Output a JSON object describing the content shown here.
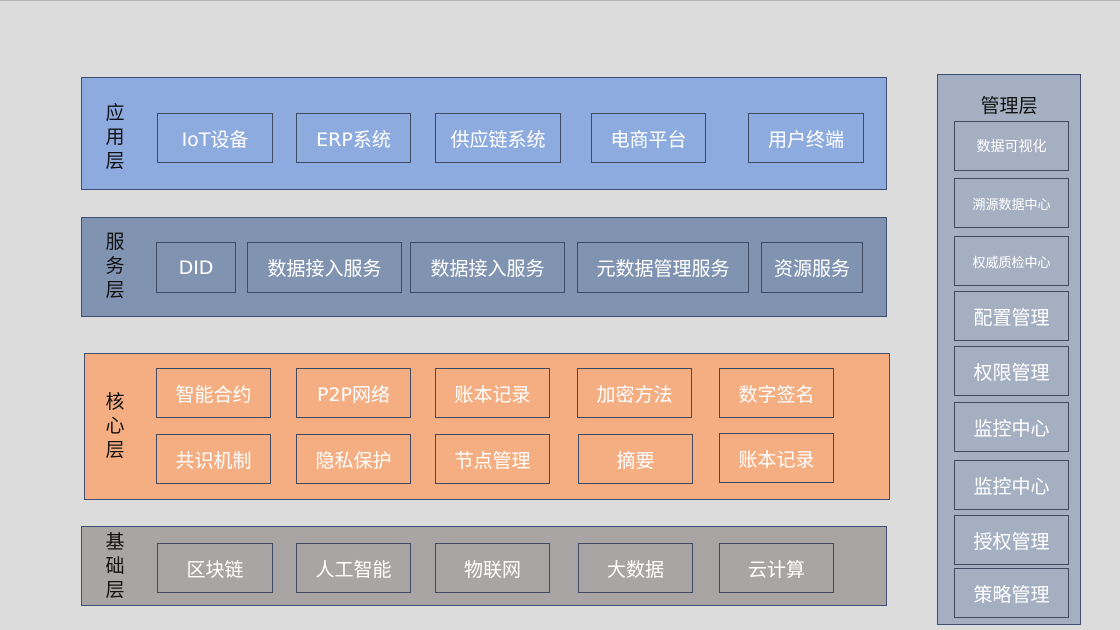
{
  "layers": {
    "application": {
      "label": "应\n用\n层",
      "label_chars": [
        "应",
        "用",
        "层"
      ],
      "items": [
        "IoT设备",
        "ERP系统",
        "供应链系统",
        "电商平台",
        "用户终端"
      ],
      "color": "#8eabdf"
    },
    "service": {
      "label_chars": [
        "服",
        "务",
        "层"
      ],
      "items": [
        "DID",
        "数据接入服务",
        "数据接入服务",
        "元数据管理服务",
        "资源服务"
      ],
      "color": "#8094b2"
    },
    "core": {
      "label_chars": [
        "核",
        "心",
        "层"
      ],
      "items_row1": [
        "智能合约",
        "P2P网络",
        "账本记录",
        "加密方法",
        "数字签名"
      ],
      "items_row2": [
        "共识机制",
        "隐私保护",
        "节点管理",
        "摘要",
        "账本记录"
      ],
      "color": "#f4ae82"
    },
    "base": {
      "label_chars": [
        "基",
        "础",
        "层"
      ],
      "items": [
        "区块链",
        "人工智能",
        "物联网",
        "大数据",
        "云计算"
      ],
      "color": "#a8a5a4"
    }
  },
  "management": {
    "title": "管理层",
    "items": [
      "数据可视化",
      "溯源数据中心",
      "权威质检中心",
      "配置管理",
      "权限管理",
      "监控中心",
      "监控中心",
      "授权管理",
      "策略管理"
    ],
    "color": "#a4afc2"
  }
}
